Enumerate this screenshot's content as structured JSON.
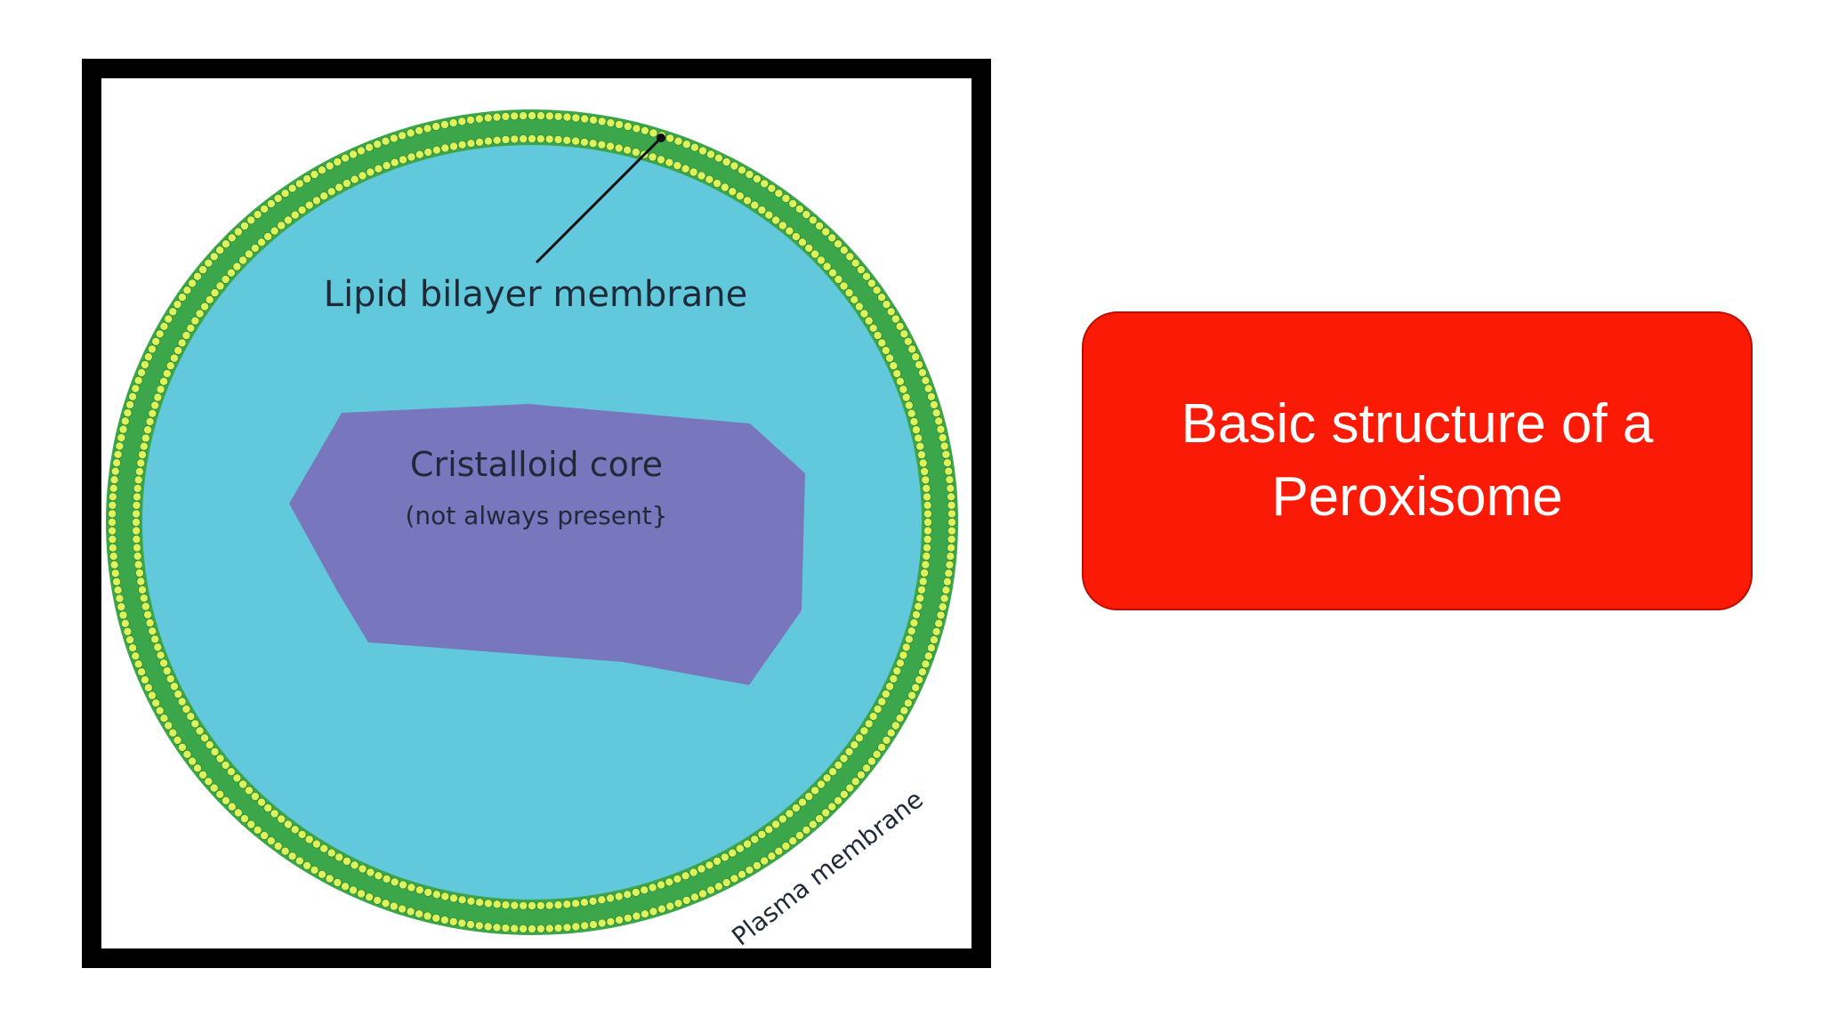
{
  "diagram": {
    "labels": {
      "lipid_bilayer": "Lipid bilayer membrane",
      "core_title": "Cristalloid core",
      "core_note": "(not always present}",
      "plasma_membrane": "Plasma membrane"
    },
    "colors": {
      "frame": "#000000",
      "interior": "#62c8dc",
      "bilayer": "#3ba64a",
      "lipid_head": "#e0f25a",
      "core": "#7876bc"
    }
  },
  "title_box": {
    "text": "Basic structure of a\nPeroxisome",
    "background": "#fa1a05",
    "text_color": "#ffffff"
  }
}
